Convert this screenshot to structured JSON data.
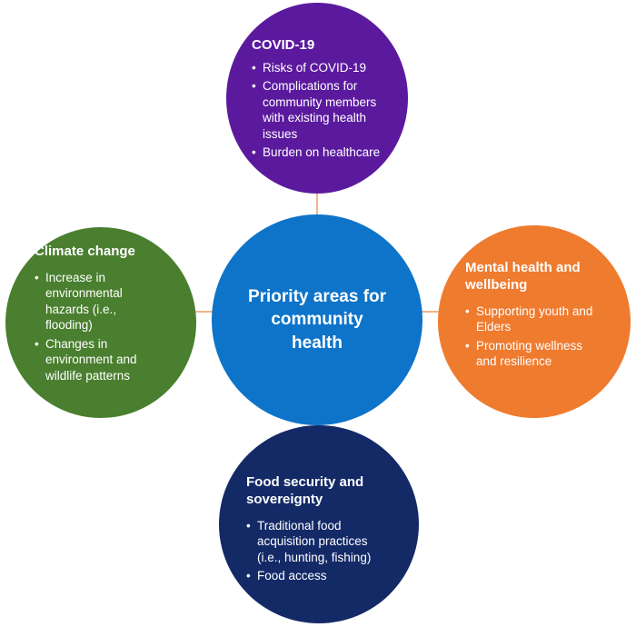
{
  "colors": {
    "center": "#0e74c9",
    "covid": "#5b1a9e",
    "climate": "#4a7f2f",
    "mental": "#ef7b2f",
    "food": "#142a67",
    "connector": "#f2b48a"
  },
  "center": {
    "title": "Priority areas for community health"
  },
  "covid": {
    "title": "COVID-19",
    "items": [
      "Risks of COVID-19",
      "Complications for community members with existing health issues",
      "Burden on healthcare"
    ]
  },
  "climate": {
    "title": "Climate change",
    "items": [
      "Increase in environmental hazards (i.e., flooding)",
      "Changes in environment and wildlife patterns"
    ]
  },
  "mental": {
    "title": "Mental health and wellbeing",
    "items": [
      "Supporting youth and Elders",
      "Promoting wellness and resilience"
    ]
  },
  "food": {
    "title": "Food security and sovereignty",
    "items": [
      "Traditional food acquisition practices (i.e., hunting, fishing)",
      "Food access"
    ]
  }
}
